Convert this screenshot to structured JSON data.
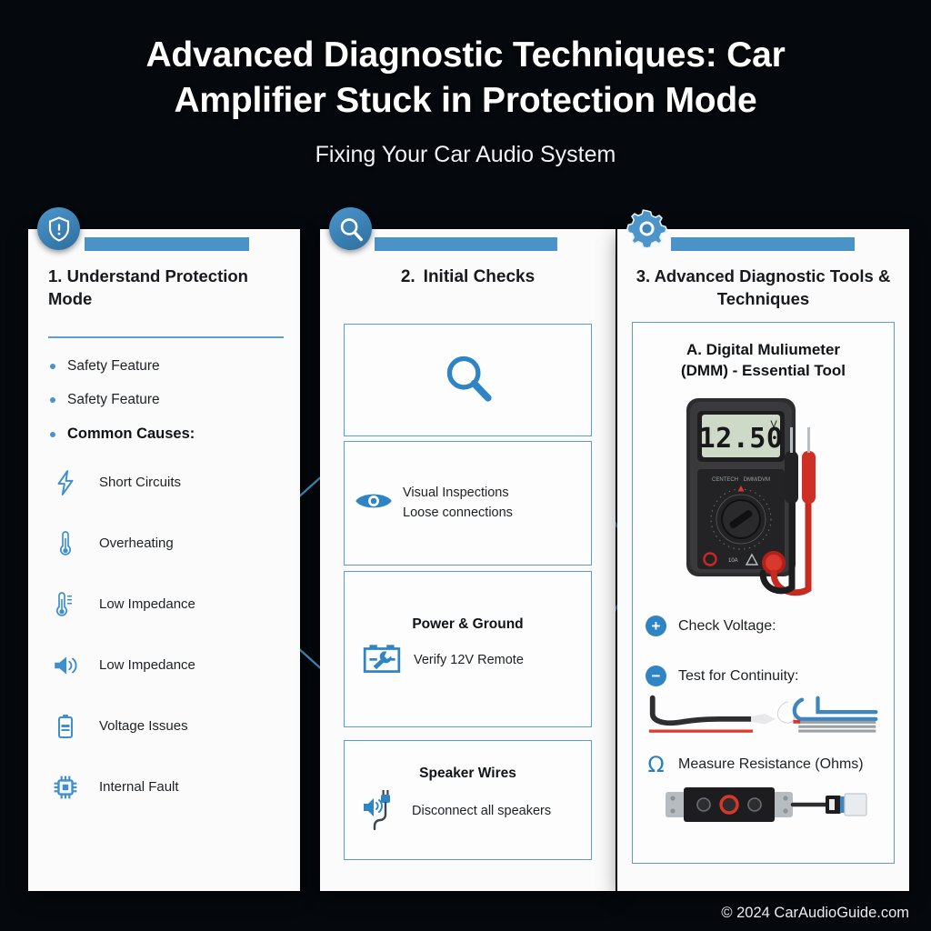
{
  "header": {
    "title": "Advanced Diagnostic Techniques: Car Amplifier Stuck in Protection Mode",
    "title_line1": "Advanced Diagnostic Techniques: Car",
    "title_line2": "Amplifier Stuck in Protection Mode",
    "subtitle": "Fixing Your Car Audio System"
  },
  "colors": {
    "accent_blue": "#4a93c9",
    "icon_blue": "#2f84c4",
    "panel_bg": "#fbfbfb",
    "background_center": "#1b3148",
    "background_edge": "#070b11",
    "text_dark": "#1e2124"
  },
  "columns": [
    {
      "badge_icon": "shield-alert-icon",
      "heading_line1": "1. Understand Protection",
      "heading_line2": "Mode",
      "bullets": [
        {
          "label": "Safety Feature",
          "bold": false
        },
        {
          "label": "Safety Feature",
          "bold": false
        },
        {
          "label": "Common Causes:",
          "bold": true
        }
      ],
      "causes": [
        {
          "icon": "lightning-bolt-icon",
          "label": "Short Circuits"
        },
        {
          "icon": "thermometer-icon",
          "label": "Overheating"
        },
        {
          "icon": "thermometer-lines-icon",
          "label": "Low Impedance"
        },
        {
          "icon": "speaker-volume-icon",
          "label": "Low Impedance"
        },
        {
          "icon": "battery-icon",
          "label": "Voltage Issues"
        },
        {
          "icon": "chip-icon",
          "label": "Internal Fault"
        }
      ]
    },
    {
      "badge_icon": "magnifier-icon",
      "heading_number": "2.",
      "heading": "Initial Checks",
      "boxes": [
        {
          "type": "icon-only",
          "icon": "magnifier-icon"
        },
        {
          "type": "icon-text",
          "icon": "eye-icon",
          "line1": "Visual Inspections",
          "line2": "Loose connections"
        },
        {
          "type": "heading-icon-text",
          "icon": "battery-wrench-icon",
          "heading": "Power & Ground",
          "text": "Verify 12V Remote"
        },
        {
          "type": "heading-icon-text",
          "icon": "speaker-plug-icon",
          "heading": "Speaker Wires",
          "text": "Disconnect all speakers"
        }
      ]
    },
    {
      "badge_icon": "gear-icon",
      "heading_line1": "3. Advanced Diagnostic",
      "heading_line2": "Tools & Techniques",
      "dmm_title_line1": "A. Digital Muliumeter",
      "dmm_title_line2": "(DMM) - Essential Tool",
      "dmm_display_value": "12.50",
      "dmm_display_unit": "V",
      "dmm_brand_left": "CENTECH",
      "dmm_brand_right": "DMM/DVM",
      "items": [
        {
          "icon": "plus-circle-icon",
          "label": "Check Voltage:",
          "art": "none"
        },
        {
          "icon": "minus-circle-icon",
          "label": "Test for Continuity:",
          "art": "probe-wires-art"
        },
        {
          "icon": "omega-icon",
          "label": "Measure Resistance (Ohms)",
          "art": "resistor-block-art"
        }
      ]
    }
  ],
  "footer": {
    "copyright": "© 2024 CarAudioGuide.com"
  }
}
